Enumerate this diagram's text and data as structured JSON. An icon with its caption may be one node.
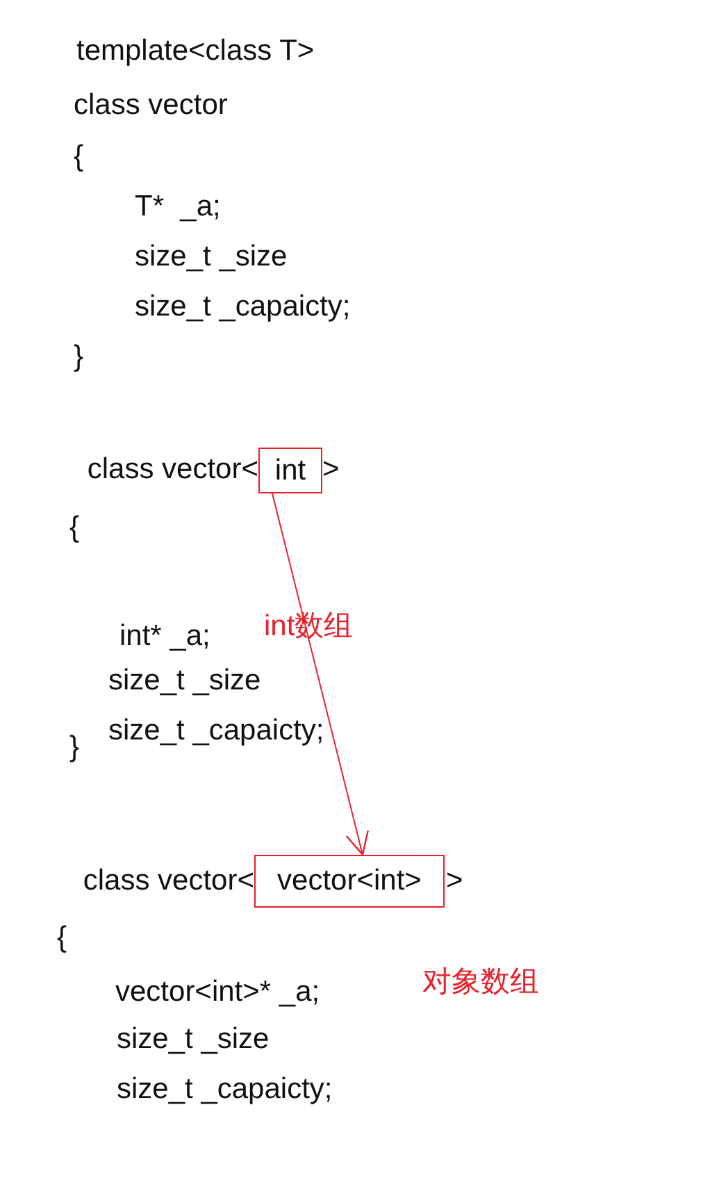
{
  "diagram": {
    "nodes": [
      {
        "text": [
          "int"
        ]
      },
      {
        "text": [
          "vector<int>"
        ]
      }
    ],
    "edges": [
      {
        "from": 0,
        "to": 1,
        "arrow": "to",
        "color": "#e8202a"
      }
    ],
    "labels": [
      "template<class T>",
      "class vector",
      "{",
      "T*  _a;",
      "size_t _size",
      "size_t _capaicty;",
      "}",
      "class vector<",
      ">",
      "{",
      "int* _a;",
      "int数组",
      "size_t _size",
      "size_t _capaicty;",
      "}",
      "class vector<",
      ">",
      "{",
      "vector<int>* _a;",
      "对象数组",
      "size_t _size",
      "size_t _capaicty;"
    ]
  }
}
